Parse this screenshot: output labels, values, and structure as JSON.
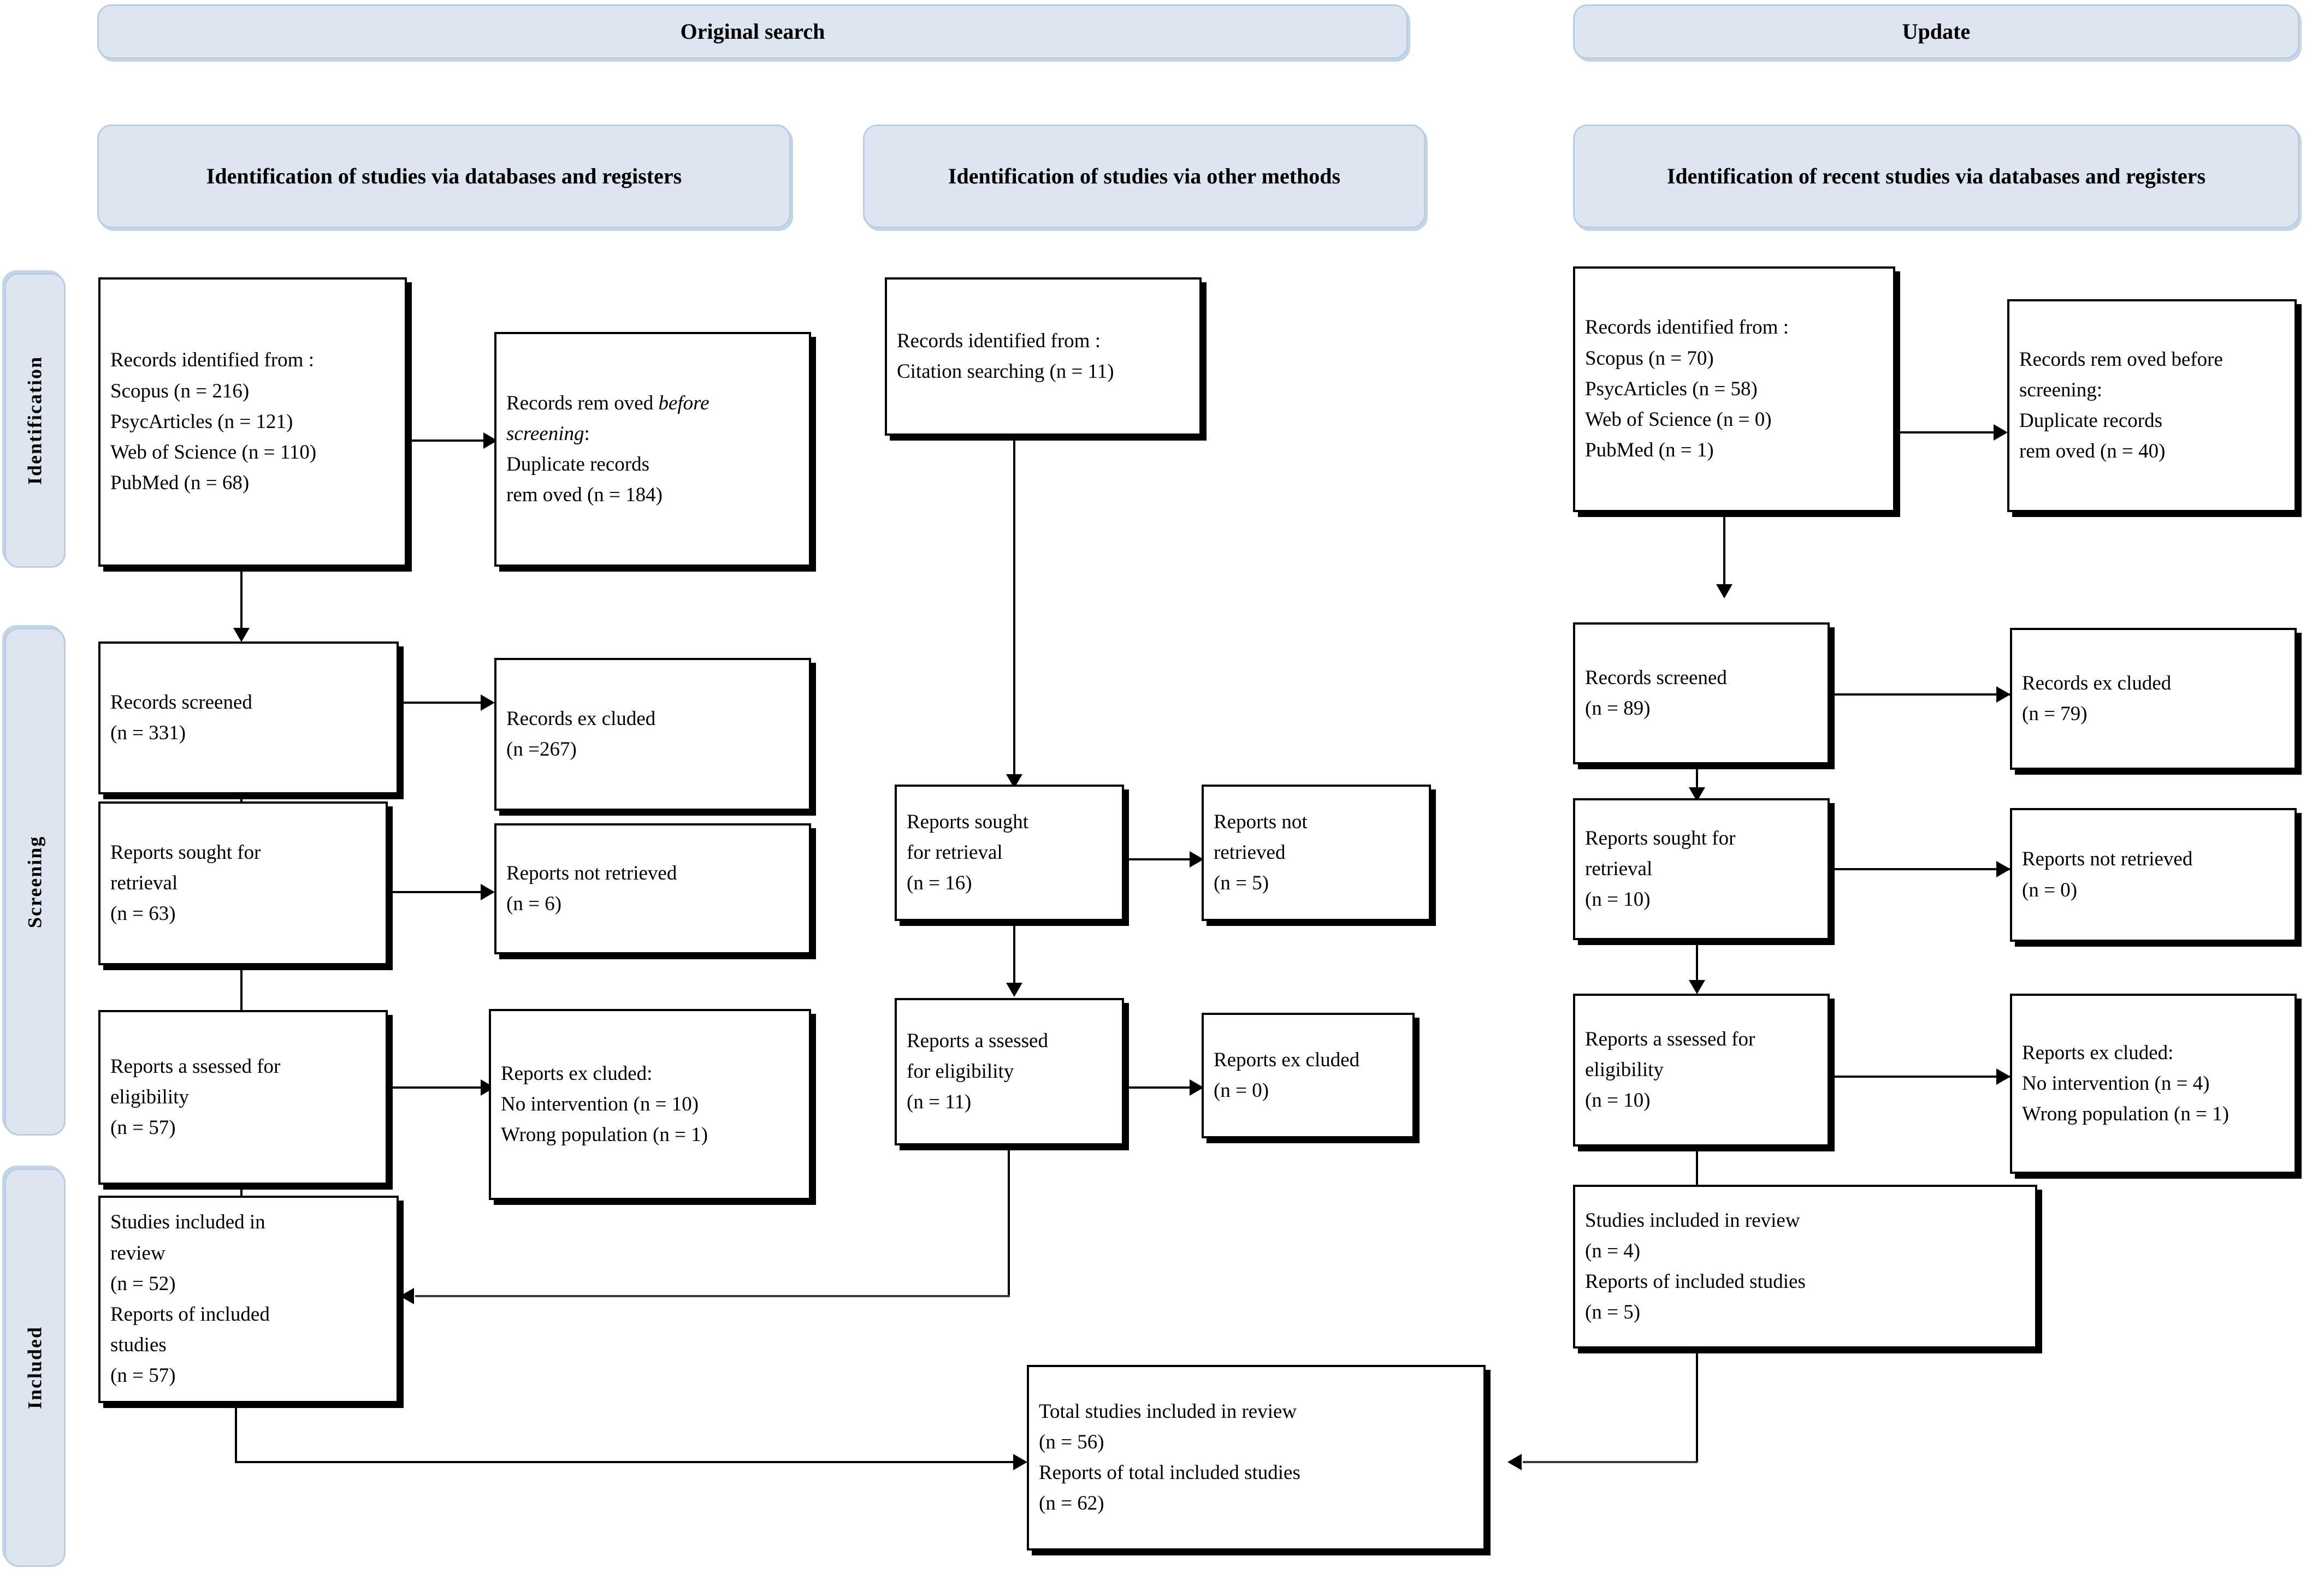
{
  "diagram": {
    "title": "PRISMA 2020 flow diagram",
    "colors": {
      "banner_fill": "#dce5f0",
      "banner_border": "#b9cde3",
      "box_border": "#000000",
      "page_background": "#ffffff"
    }
  },
  "top_banners": {
    "original_search": "Original search",
    "update": "Update"
  },
  "column_banners": {
    "col1": "Identification of studies via databases and registers",
    "col2": "Identification of studies via other methods",
    "col3": "Identification of recent studies via databases and registers"
  },
  "stage_labels": {
    "identification": "Identification",
    "screening": "Screening",
    "included": "Included"
  },
  "original": {
    "databases": {
      "records_identified": {
        "l1": "Records identified from :",
        "l2": "Scopus (n = 216)",
        "l3": "PsycArticles  (n = 121)",
        "l4": "Web of Science (n = 110)",
        "l5": "PubMed (n = 68)"
      },
      "records_removed": {
        "l1a": "Records rem oved ",
        "l1b": "before",
        "l2a": "screening",
        "l2b": ":",
        "l3": "Duplicate records",
        "l4": "rem oved (n = 184)"
      },
      "records_screened": {
        "l1": "Records screened",
        "l2": "(n = 331)"
      },
      "records_excluded": {
        "l1": "Records ex cluded",
        "l2": "(n =267)"
      },
      "reports_sought": {
        "l1": "Reports sought for",
        "l2": "retrieval",
        "l3": "(n = 63)"
      },
      "reports_not_retrieved": {
        "l1": "Reports not retrieved",
        "l2": "(n = 6)"
      },
      "reports_assessed": {
        "l1": "Reports a ssessed for",
        "l2": "eligibility",
        "l3": "(n = 57)"
      },
      "reports_excluded": {
        "l1": "Reports ex cluded:",
        "l2": "No intervention (n = 10)",
        "l3": "Wrong population (n = 1)"
      },
      "studies_included": {
        "l1": "Studies included in",
        "l2": "review",
        "l3": "(n = 52)",
        "l4": "Reports of included",
        "l5": "studies",
        "l6": "(n = 57)"
      }
    },
    "other_methods": {
      "records_identified": {
        "l1": "Records identified from :",
        "l2": "Citation searching (n = 11)"
      },
      "reports_sought": {
        "l1": "Reports sought",
        "l2": "for retrieval",
        "l3": "(n = 16)"
      },
      "reports_not_retrieved": {
        "l1": "Reports not",
        "l2": "retrieved",
        "l3": "(n = 5)"
      },
      "reports_assessed": {
        "l1": "Reports a ssessed",
        "l2": "for eligibility",
        "l3": "(n = 11)"
      },
      "reports_excluded": {
        "l1": "Reports ex cluded",
        "l2": "(n = 0)"
      }
    }
  },
  "update": {
    "records_identified": {
      "l1": "Records identified from :",
      "l2": "Scopus (n = 70)",
      "l3": "PsycArticles  (n = 58)",
      "l4": "Web of Science  (n = 0)",
      "l5": "PubMed (n = 1)"
    },
    "records_removed": {
      "l1": "Records rem oved before",
      "l2": "screening:",
      "l3": "Duplicate records",
      "l4": "rem oved (n = 40)"
    },
    "records_screened": {
      "l1": "Records screened",
      "l2": "(n = 89)"
    },
    "records_excluded": {
      "l1": "Records ex cluded",
      "l2": "(n = 79)"
    },
    "reports_sought": {
      "l1": "Reports sought for",
      "l2": "retrieval",
      "l3": "(n = 10)"
    },
    "reports_not_retrieved": {
      "l1": "Reports not retrieved",
      "l2": "(n = 0)"
    },
    "reports_assessed": {
      "l1": "Reports a ssessed for",
      "l2": "eligibility",
      "l3": "(n = 10)"
    },
    "reports_excluded": {
      "l1": "Reports ex cluded:",
      "l2": "No intervention (n = 4)",
      "l3": "Wrong population (n = 1)"
    },
    "studies_included": {
      "l1": "Studies included in review",
      "l2": "(n = 4)",
      "l3": "Reports of included studies",
      "l4": "(n = 5)"
    }
  },
  "total": {
    "l1": "Total studies included in review",
    "l2": "(n = 56)",
    "l3": "Reports of total included studies",
    "l4": "(n = 62)"
  }
}
